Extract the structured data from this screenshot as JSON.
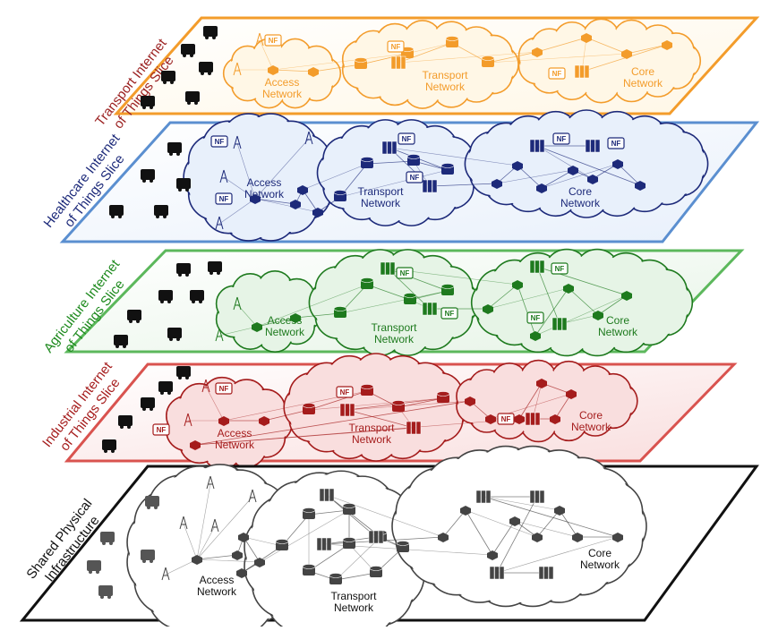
{
  "nf_label": "NF",
  "slices": [
    {
      "id": "transport",
      "title_lines": [
        "Transport Internet",
        "of Things Slice"
      ],
      "stroke": "#f39c2b",
      "fill": "#fff7e6",
      "ink": "#f39c2b",
      "title_color": "#9b2020",
      "clouds": {
        "access": [
          "Access",
          "Network"
        ],
        "transport": [
          "Transport",
          "Network"
        ],
        "core": [
          "Core",
          "Network"
        ]
      }
    },
    {
      "id": "healthcare",
      "title_lines": [
        "Healthcare Internet",
        "of Things Slice"
      ],
      "stroke": "#5b8fd0",
      "fill": "#e8f0fb",
      "ink": "#1d2a7a",
      "title_color": "#1d2a7a",
      "clouds": {
        "access": [
          "Access",
          "Network"
        ],
        "transport": [
          "Transport",
          "Network"
        ],
        "core": [
          "Core",
          "Network"
        ]
      }
    },
    {
      "id": "agriculture",
      "title_lines": [
        "Agriculture Internet",
        "of Things Slice"
      ],
      "stroke": "#5cb85c",
      "fill": "#e6f4e6",
      "ink": "#1e7a1e",
      "title_color": "#1e8a1e",
      "clouds": {
        "access": [
          "Access",
          "Network"
        ],
        "transport": [
          "Transport",
          "Network"
        ],
        "core": [
          "Core",
          "Network"
        ]
      }
    },
    {
      "id": "industrial",
      "title_lines": [
        "Industrial Internet",
        "of Things Slice"
      ],
      "stroke": "#d9534f",
      "fill": "#f9dede",
      "ink": "#a51c1c",
      "title_color": "#a51c1c",
      "clouds": {
        "access": [
          "Access",
          "Network"
        ],
        "transport": [
          "Transport",
          "Network"
        ],
        "core": [
          "Core",
          "Network"
        ]
      }
    },
    {
      "id": "shared",
      "title_lines": [
        "Shared Physical",
        "Infrastructure"
      ],
      "stroke": "#111111",
      "fill": "#ffffff",
      "ink": "#444444",
      "title_color": "#111111",
      "clouds": {
        "access": [
          "Access",
          "Network"
        ],
        "transport": [
          "Transport",
          "Network"
        ],
        "core": [
          "Core",
          "Network"
        ]
      }
    }
  ]
}
